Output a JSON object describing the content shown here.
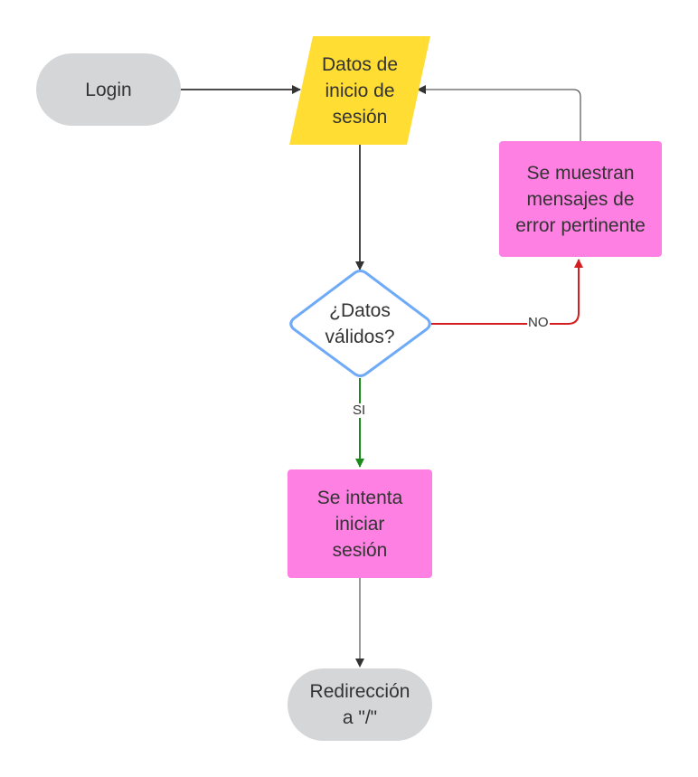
{
  "nodes": {
    "login": {
      "text": "Login",
      "shape": "terminator",
      "color": "#d5d6d8"
    },
    "datos_inicio": {
      "text": "Datos de\ninicio de\nsesión",
      "shape": "parallelogram",
      "color": "#ffdd33"
    },
    "datos_validos": {
      "text": "¿Datos\nválidos?",
      "shape": "diamond",
      "color": "#ffffff",
      "border": "#6eaaf8"
    },
    "mensajes_error": {
      "text": "Se muestran\nmensajes de\nerror pertinente",
      "shape": "process",
      "color": "#ff80e3"
    },
    "intenta_iniciar": {
      "text": "Se intenta\niniciar\nsesión",
      "shape": "process",
      "color": "#ff80e3"
    },
    "redireccion": {
      "text": "Redirección\na \"/\"",
      "shape": "terminator",
      "color": "#d5d6d8"
    }
  },
  "edges": {
    "no": {
      "label": "NO",
      "color": "#d31f21"
    },
    "si": {
      "label": "SI",
      "color": "#1a8a1a"
    },
    "default_color": "#333333"
  }
}
